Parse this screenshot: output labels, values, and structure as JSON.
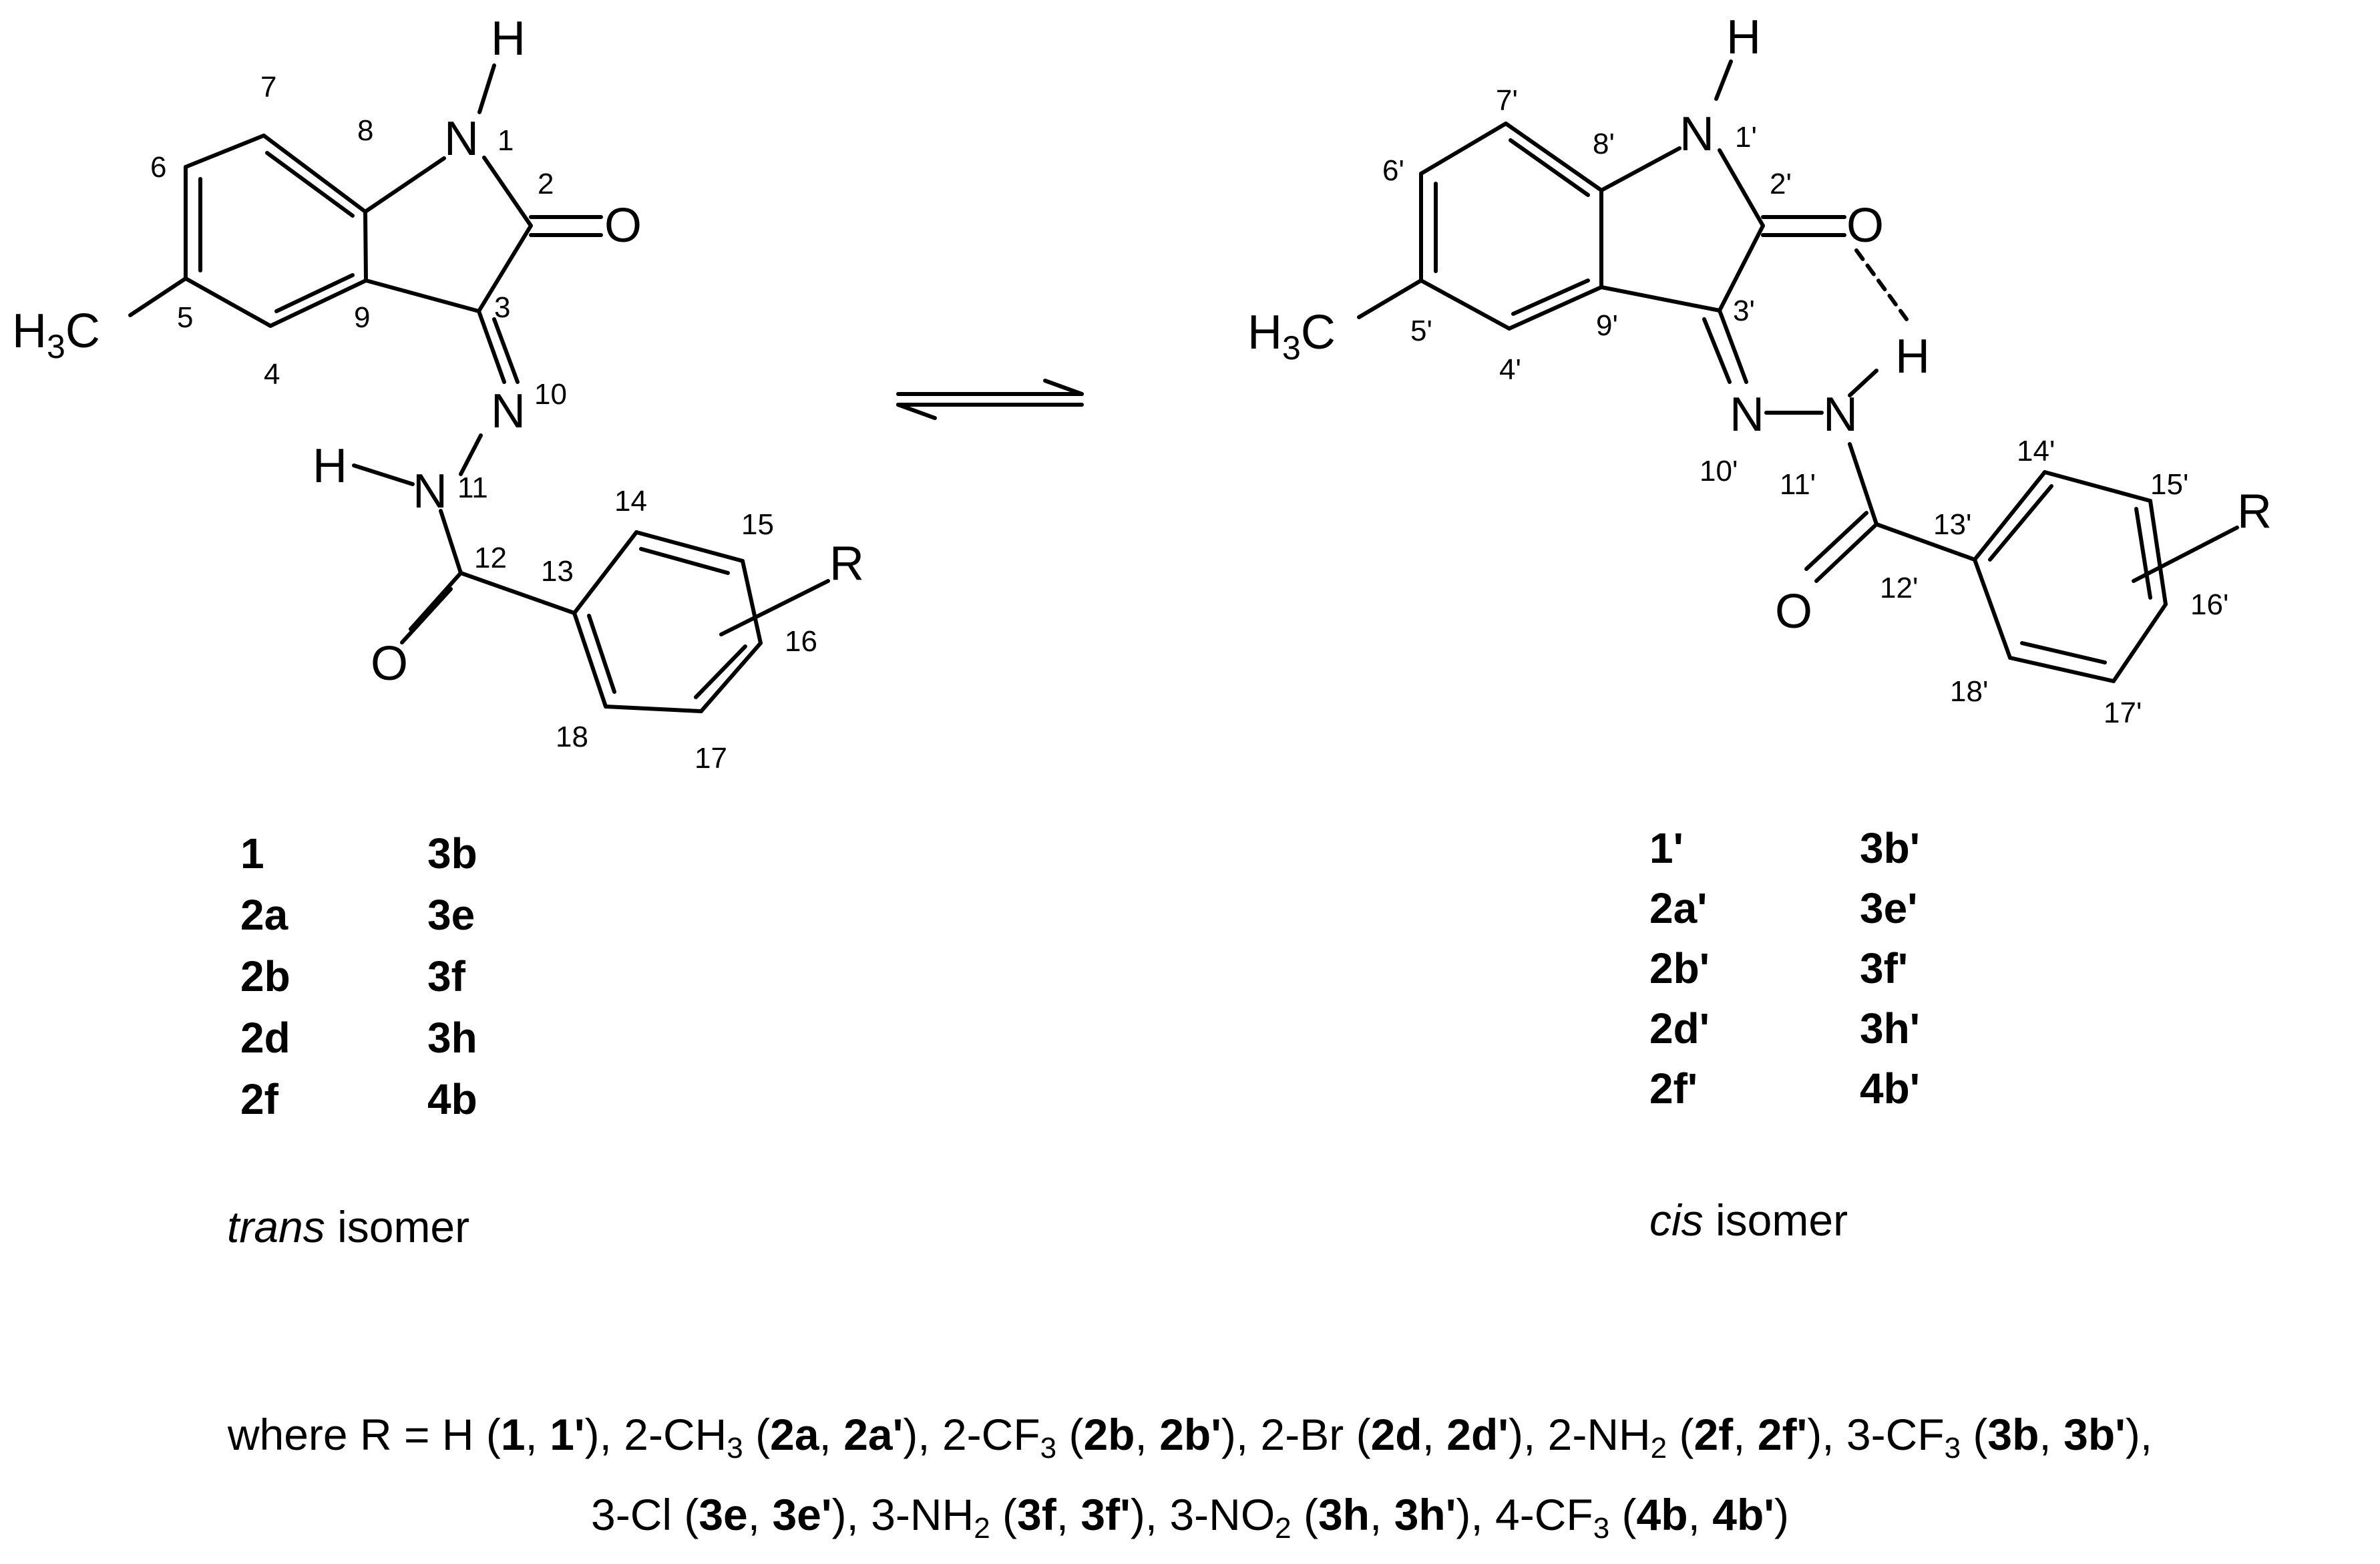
{
  "trans": {
    "atoms": {
      "N1": "N",
      "H1": "H",
      "O2": "O",
      "N10": "N",
      "N11": "N",
      "H11": "H",
      "O12": "O",
      "R": "R",
      "C": "C",
      "Hmethyl": "H",
      "methyl_sub": "3"
    },
    "numbers": {
      "n1": "1",
      "n2": "2",
      "n3": "3",
      "n4": "4",
      "n5": "5",
      "n6": "6",
      "n7": "7",
      "n8": "8",
      "n9": "9",
      "n10": "10",
      "n11": "11",
      "n12": "12",
      "n13": "13",
      "n14": "14",
      "n15": "15",
      "n16": "16",
      "n17": "17",
      "n18": "18"
    },
    "compounds_col1": [
      "1",
      "2a",
      "2b",
      "2d",
      "2f"
    ],
    "compounds_col2": [
      "3b",
      "3e",
      "3f",
      "3h",
      "4b"
    ],
    "caption_italic": "trans",
    "caption_rest": " isomer"
  },
  "cis": {
    "atoms": {
      "N1": "N",
      "H1": "H",
      "O2": "O",
      "N10": "N",
      "N11": "N",
      "H11": "H",
      "O12": "O",
      "R": "R",
      "C": "C",
      "Hmethyl": "H",
      "methyl_sub": "3"
    },
    "numbers": {
      "n1": "1'",
      "n2": "2'",
      "n3": "3'",
      "n4": "4'",
      "n5": "5'",
      "n6": "6'",
      "n7": "7'",
      "n8": "8'",
      "n9": "9'",
      "n10": "10'",
      "n11": "11'",
      "n12": "12'",
      "n13": "13'",
      "n14": "14'",
      "n15": "15'",
      "n16": "16'",
      "n17": "17'",
      "n18": "18'"
    },
    "compounds_col1": [
      "1'",
      "2a'",
      "2b'",
      "2d'",
      "2f'"
    ],
    "compounds_col2": [
      "3b'",
      "3e'",
      "3f'",
      "3h'",
      "4b'"
    ],
    "caption_italic": "cis",
    "caption_rest": " isomer"
  },
  "footer": {
    "lines": [
      [
        {
          "t": "where R = H ("
        },
        {
          "t": "1",
          "b": true
        },
        {
          "t": ", "
        },
        {
          "t": "1'",
          "b": true
        },
        {
          "t": "), 2-CH"
        },
        {
          "t": "3",
          "s": true
        },
        {
          "t": " ("
        },
        {
          "t": "2a",
          "b": true
        },
        {
          "t": ", "
        },
        {
          "t": "2a'",
          "b": true
        },
        {
          "t": "), 2-CF"
        },
        {
          "t": "3",
          "s": true
        },
        {
          "t": " ("
        },
        {
          "t": "2b",
          "b": true
        },
        {
          "t": ", "
        },
        {
          "t": "2b'",
          "b": true
        },
        {
          "t": "), 2-Br ("
        },
        {
          "t": "2d",
          "b": true
        },
        {
          "t": ", "
        },
        {
          "t": "2d'",
          "b": true
        },
        {
          "t": "), 2-NH"
        },
        {
          "t": "2",
          "s": true
        },
        {
          "t": " ("
        },
        {
          "t": "2f",
          "b": true
        },
        {
          "t": ", "
        },
        {
          "t": "2f'",
          "b": true
        },
        {
          "t": "), 3-CF"
        },
        {
          "t": "3",
          "s": true
        },
        {
          "t": " ("
        },
        {
          "t": "3b",
          "b": true
        },
        {
          "t": ", "
        },
        {
          "t": "3b'",
          "b": true
        },
        {
          "t": "),"
        }
      ],
      [
        {
          "t": "3-Cl ("
        },
        {
          "t": "3e",
          "b": true
        },
        {
          "t": ", "
        },
        {
          "t": "3e'",
          "b": true
        },
        {
          "t": "), 3-NH"
        },
        {
          "t": "2",
          "s": true
        },
        {
          "t": " ("
        },
        {
          "t": "3f",
          "b": true
        },
        {
          "t": ", "
        },
        {
          "t": "3f'",
          "b": true
        },
        {
          "t": "), 3-NO"
        },
        {
          "t": "2",
          "s": true
        },
        {
          "t": " ("
        },
        {
          "t": "3h",
          "b": true
        },
        {
          "t": ", "
        },
        {
          "t": "3h'",
          "b": true
        },
        {
          "t": "), 4-CF"
        },
        {
          "t": "3",
          "s": true
        },
        {
          "t": " ("
        },
        {
          "t": "4b",
          "b": true
        },
        {
          "t": ", "
        },
        {
          "t": "4b'",
          "b": true
        },
        {
          "t": ")"
        }
      ]
    ]
  }
}
